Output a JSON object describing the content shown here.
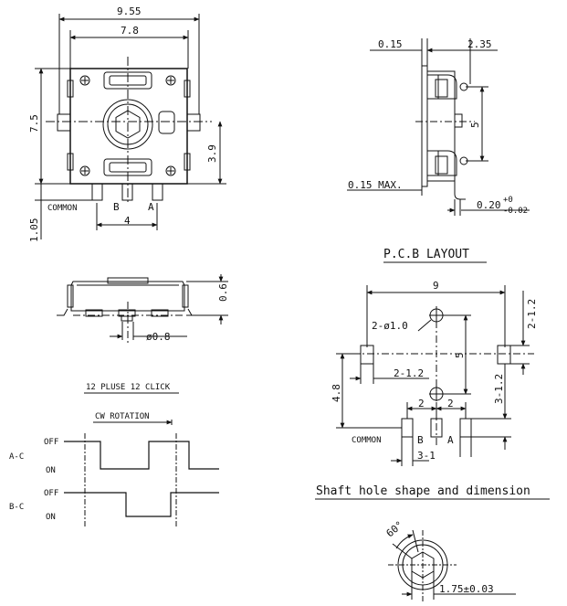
{
  "top_view": {
    "width_overall": "9.55",
    "width_body": "7.8",
    "height_body": "7.5",
    "height_half": "3.9",
    "pin_length": "1.05",
    "pin_pitch": "4",
    "pin_common": "COMMON",
    "pin_b": "B",
    "pin_a": "A"
  },
  "side_view": {
    "dim_left": "0.15",
    "dim_right": "2.35",
    "dim_mid": "5",
    "max_label": "0.15 MAX.",
    "tol_base": "0.20",
    "tol_upper": "+0",
    "tol_lower": "-0.02"
  },
  "front_view": {
    "height": "0.6",
    "pin_diameter": "ø0.8"
  },
  "pcb_layout": {
    "title": "P.C.B LAYOUT",
    "width": "9",
    "hole": "2-ø1.0",
    "pad_top": "2-1.2",
    "pad_mid": "2-1.2",
    "height_left": "4.8",
    "center_spacing": "5",
    "pad_right": "3-1.2",
    "pitch_1": "2",
    "pitch_2": "2",
    "pitch_bottom": "3-1",
    "pin_common": "COMMON",
    "pin_b": "B",
    "pin_a": "A"
  },
  "timing": {
    "title": "12 PLUSE 12 CLICK",
    "direction": "CW ROTATION",
    "row1_label": "A-C",
    "row2_label": "B-C",
    "off": "OFF",
    "on": "ON"
  },
  "shaft": {
    "title": "Shaft hole shape and dimension",
    "angle": "60°",
    "dimension": "1.75±0.03"
  }
}
